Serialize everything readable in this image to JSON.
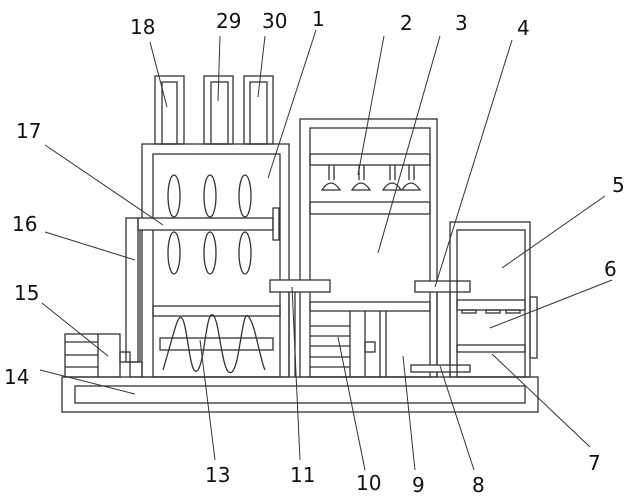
{
  "diagram": {
    "type": "patent mechanical drawing",
    "line_color": "#333333",
    "labels": [
      "1",
      "2",
      "3",
      "4",
      "5",
      "6",
      "7",
      "8",
      "9",
      "10",
      "11",
      "13",
      "14",
      "15",
      "16",
      "17",
      "18",
      "29",
      "30"
    ]
  }
}
